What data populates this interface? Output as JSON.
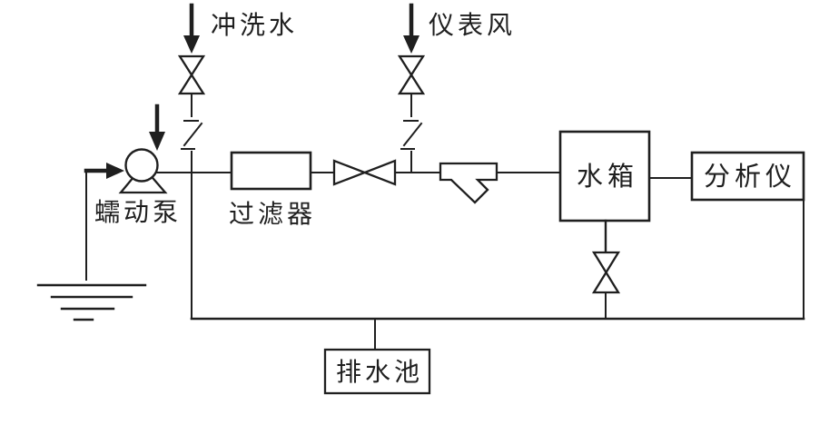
{
  "diagram": {
    "kind": "water-analysis-process-flow",
    "background_color": "#ffffff",
    "line_color": "#1f1f1f",
    "inputs": {
      "flush_water": {
        "label": "冲洗水"
      },
      "instrument_air": {
        "label": "仪表风"
      }
    },
    "equipment": {
      "peristaltic_pump": {
        "label": "蠕动泵",
        "symbol": "pump-circle-with-base"
      },
      "filter": {
        "label": "过滤器",
        "symbol": "rectangle"
      },
      "control_valve": {
        "label": "",
        "symbol": "horizontal-bowtie-valve"
      },
      "strainer": {
        "label": "",
        "symbol": "y-strainer"
      },
      "water_tank": {
        "label": "水箱",
        "symbol": "rectangle-box"
      },
      "analyzer": {
        "label": "分析仪",
        "symbol": "rectangle-box"
      },
      "drain_valve": {
        "label": "",
        "symbol": "vertical-bowtie-valve"
      },
      "drain_pool": {
        "label": "排水池",
        "symbol": "rectangle-box"
      },
      "ground": {
        "label": "",
        "symbol": "earth-ground"
      }
    },
    "flow": "sample inlet → peristaltic pump → filter → control valve → strainer → water tank → analyzer; flush water and instrument air enter through valves with hose breaks; tank and analyzer drain through bottom line to drain pool"
  }
}
